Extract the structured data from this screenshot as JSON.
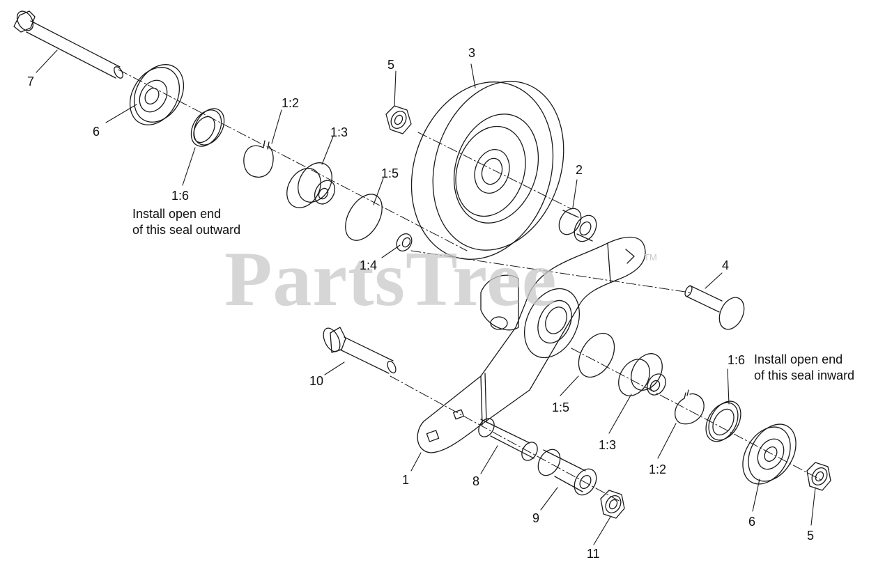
{
  "watermark": {
    "text": "PartsTree",
    "trademark": "TM"
  },
  "callouts": {
    "c1": "1",
    "c2": "2",
    "c3": "3",
    "c4": "4",
    "c5_top": "5",
    "c5_bottom": "5",
    "c6_top": "6",
    "c6_bottom": "6",
    "c7": "7",
    "c8": "8",
    "c9": "9",
    "c10": "10",
    "c11": "11",
    "c12_top": "1:2",
    "c12_bottom": "1:2",
    "c13_top": "1:3",
    "c13_bottom": "1:3",
    "c14": "1:4",
    "c15_top": "1:5",
    "c15_bottom": "1:5",
    "c16_top": "1:6",
    "c16_bottom": "1:6"
  },
  "notes": {
    "outward_line1": "Install open end",
    "outward_line2": "of this seal outward",
    "inward_line1": "Install open end",
    "inward_line2": "of this seal inward"
  },
  "colors": {
    "line": "#1a1a1a",
    "watermark": "#c9c9c9",
    "background": "#ffffff"
  }
}
